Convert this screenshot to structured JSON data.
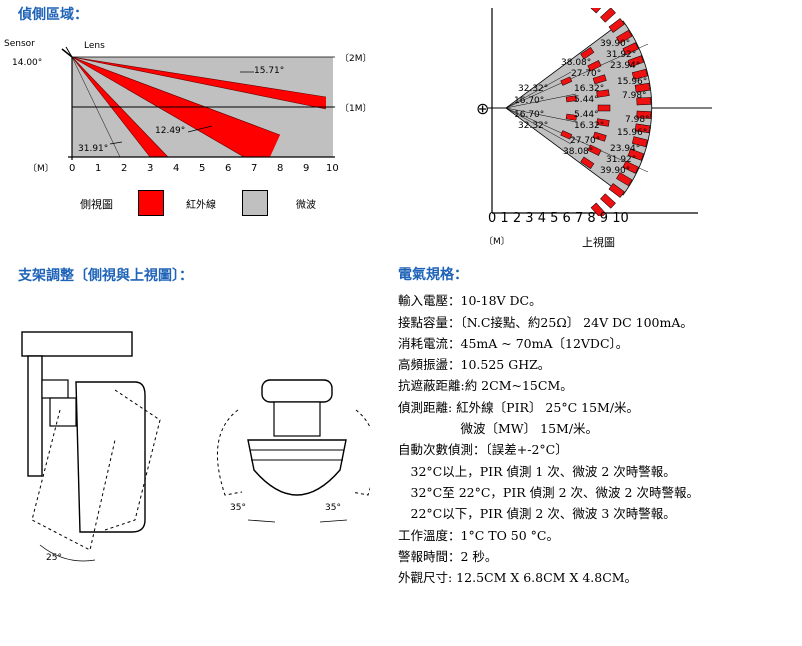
{
  "side_view": {
    "title": "偵側區域：",
    "sensor_label": "Sensor",
    "lens_label": "Lens",
    "angle_top": "14.00°",
    "angle_1": "15.71°",
    "angle_2": "12.49°",
    "angle_3": "31.91°",
    "y_2m": "2M",
    "y_1m": "1M",
    "unit_m": "M",
    "x_ticks": [
      "0",
      "1",
      "2",
      "3",
      "4",
      "5",
      "6",
      "7",
      "8",
      "9",
      "10"
    ],
    "legend": {
      "side_label": "側視圖",
      "ir_label": "紅外線",
      "mw_label": "微波",
      "ir_color": "#ff0000",
      "mw_color": "#c0c0c0"
    }
  },
  "top_view": {
    "angles_upper": [
      "39.90°",
      "31.92°",
      "23.94°",
      "15.96°",
      "7.98°",
      "38.08°",
      "27.70°",
      "16.32°",
      "5.44°",
      "32.32°",
      "16.70°"
    ],
    "angles_lower": [
      "5.44°",
      "16.32°",
      "27.70°",
      "38.08°",
      "7.98°",
      "15.96°",
      "23.94°",
      "31.92°",
      "39.90°",
      "16.70°",
      "32.32°"
    ],
    "x_ticks": [
      "0",
      "1",
      "2",
      "3",
      "4",
      "5",
      "6",
      "7",
      "8",
      "9",
      "10"
    ],
    "unit_m": "M",
    "caption": "上視圖"
  },
  "bracket": {
    "title": "支架調整〔側視與上視圖〕：",
    "angle_25": "25°",
    "angle_35_left": "35°",
    "angle_35_right": "35°"
  },
  "specs": {
    "title": "電氣規格：",
    "lines": [
      "輸入電壓：10-18V DC。",
      "接點容量：〔N.C接點、約25Ω〕 24V DC 100mA。",
      "消耗電流：45mA ~ 70mA〔12VDC〕。",
      "高頻振盪：10.525 GHZ。",
      "抗遮蔽距離:約 2CM~15CM。",
      "偵測距離: 紅外線〔PIR〕 25°C 15M/米。",
      "　　　　　微波〔MW〕 15M/米。",
      "自動次數偵測：〔誤差+-2°C〕",
      "　32°C以上，PIR 偵測 1 次、微波 2 次時警報。",
      "　32°C至 22°C，PIR 偵測 2 次、微波 2 次時警報。",
      "　22°C以下，PIR 偵測 2 次、微波 3 次時警報。",
      "工作溫度：1°C TO 50 °C。",
      "警報時間：2 秒。",
      "外觀尺寸: 12.5CM X 6.8CM X 4.8CM。"
    ]
  }
}
